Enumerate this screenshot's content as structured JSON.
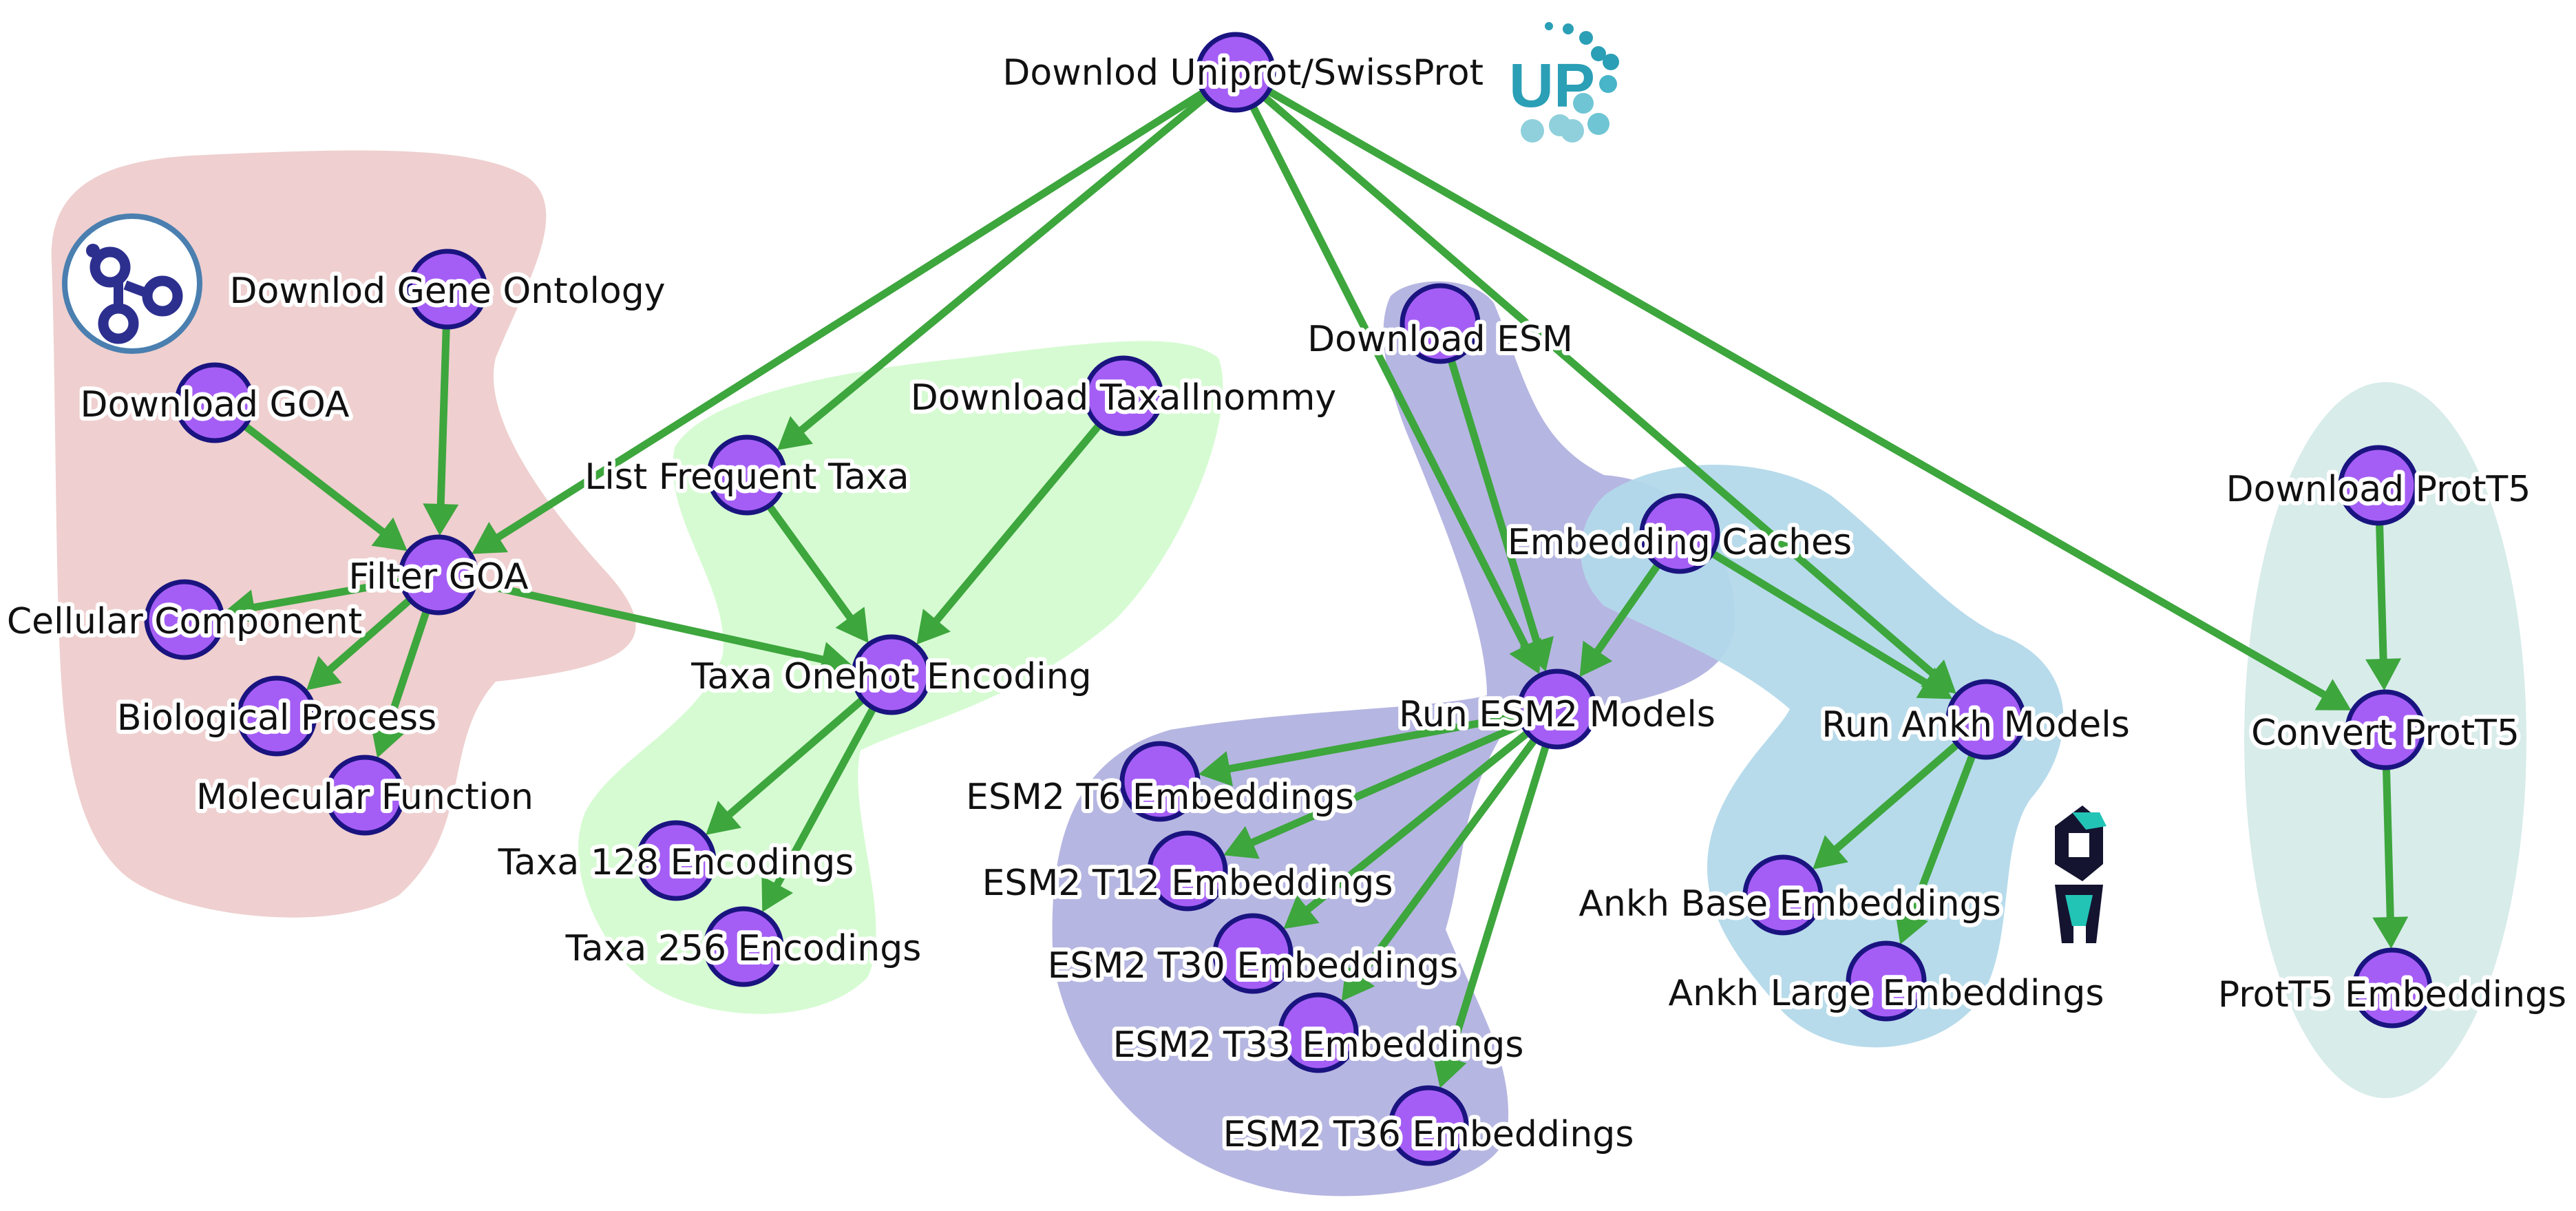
{
  "colors": {
    "edge": "#3da63d",
    "node_fill": "#a55ef5",
    "node_stroke": "#1a1480",
    "group_go": "#efcfcf",
    "group_taxa": "#d6fbd2",
    "group_esm": "#b6b6e2",
    "group_ankh": "#b3d9ea",
    "group_prott5": "#d8ecea"
  },
  "logos": {
    "uniprot": {
      "icon": "uniprot-logo",
      "text": "UP"
    },
    "gene_ontology": {
      "icon": "gene-ontology-logo"
    },
    "ankh": {
      "icon": "ankh-logo"
    }
  },
  "nodes": {
    "uniprot": "Downlod Uniprot/SwissProt",
    "gene_ontology": "Downlod Gene Ontology",
    "goa": "Download GOA",
    "filter_goa": "Filter GOA",
    "cellular": "Cellular Component",
    "biological": "Biological Process",
    "molecular": "Molecular Function",
    "freq_taxa": "List Frequent Taxa",
    "taxonomy": "Download Taxallnommy",
    "taxa_onehot": "Taxa Onehot Encoding",
    "taxa128": "Taxa 128 Encodings",
    "taxa256": "Taxa 256 Encodings",
    "download_esm": "Download ESM",
    "emb_caches": "Embedding Caches",
    "run_esm2": "Run ESM2 Models",
    "esm_t6": "ESM2 T6 Embeddings",
    "esm_t12": "ESM2 T12 Embeddings",
    "esm_t30": "ESM2 T30 Embeddings",
    "esm_t33": "ESM2 T33 Embeddings",
    "esm_t36": "ESM2 T36 Embeddings",
    "run_ankh": "Run Ankh Models",
    "ankh_base": "Ankh Base Embeddings",
    "ankh_large": "Ankh Large Embeddings",
    "download_prott5": "Download ProtT5",
    "convert_prott5": "Convert ProtT5",
    "prott5_emb": "ProtT5 Embeddings"
  },
  "edges": [
    [
      "uniprot",
      "filter_goa"
    ],
    [
      "uniprot",
      "freq_taxa"
    ],
    [
      "uniprot",
      "run_esm2"
    ],
    [
      "uniprot",
      "run_ankh"
    ],
    [
      "uniprot",
      "convert_prott5"
    ],
    [
      "gene_ontology",
      "filter_goa"
    ],
    [
      "goa",
      "filter_goa"
    ],
    [
      "filter_goa",
      "cellular"
    ],
    [
      "filter_goa",
      "biological"
    ],
    [
      "filter_goa",
      "molecular"
    ],
    [
      "filter_goa",
      "taxa_onehot"
    ],
    [
      "freq_taxa",
      "taxa_onehot"
    ],
    [
      "taxonomy",
      "taxa_onehot"
    ],
    [
      "taxa_onehot",
      "taxa128"
    ],
    [
      "taxa_onehot",
      "taxa256"
    ],
    [
      "download_esm",
      "run_esm2"
    ],
    [
      "emb_caches",
      "run_esm2"
    ],
    [
      "emb_caches",
      "run_ankh"
    ],
    [
      "run_esm2",
      "esm_t6"
    ],
    [
      "run_esm2",
      "esm_t12"
    ],
    [
      "run_esm2",
      "esm_t30"
    ],
    [
      "run_esm2",
      "esm_t33"
    ],
    [
      "run_esm2",
      "esm_t36"
    ],
    [
      "run_ankh",
      "ankh_base"
    ],
    [
      "run_ankh",
      "ankh_large"
    ],
    [
      "download_prott5",
      "convert_prott5"
    ],
    [
      "convert_prott5",
      "prott5_emb"
    ]
  ]
}
